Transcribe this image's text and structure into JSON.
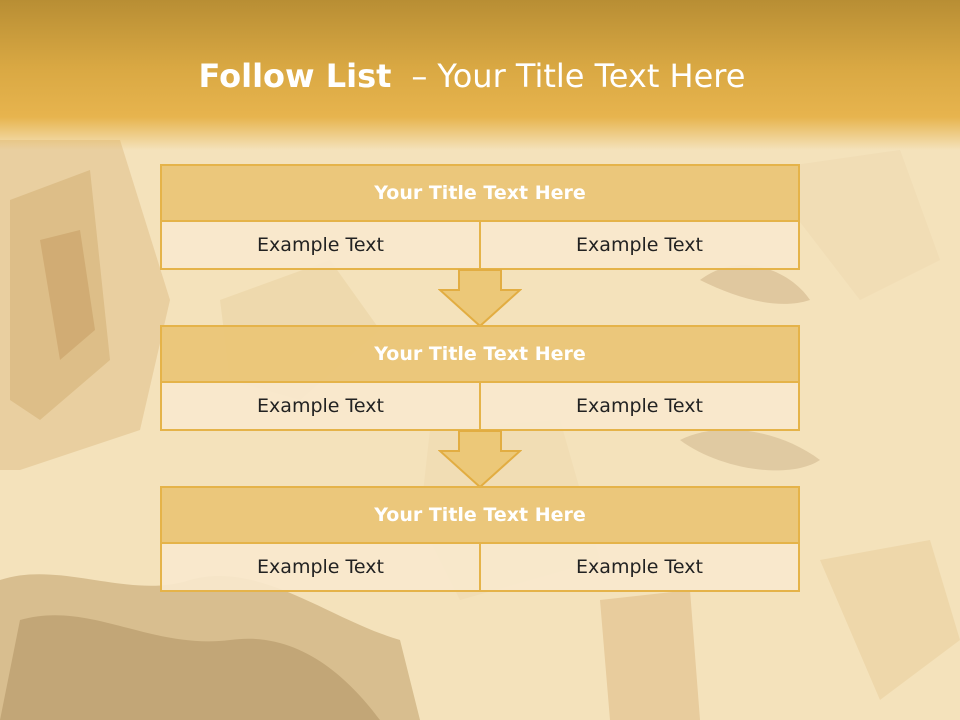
{
  "slide": {
    "title_bold": "Follow List",
    "title_sep": "–",
    "title_rest": "Your Title Text Here"
  },
  "blocks": [
    {
      "title": "Your Title Text Here",
      "left": "Example Text",
      "right": "Example Text"
    },
    {
      "title": "Your Title Text Here",
      "left": "Example Text",
      "right": "Example Text"
    },
    {
      "title": "Your Title Text Here",
      "left": "Example Text",
      "right": "Example Text"
    }
  ],
  "colors": {
    "header_gold": "#d9a843",
    "box_border": "#e5b349",
    "title_fill": "#eac474",
    "cell_fill": "#f9e8cd",
    "page_background": "#f4e3bd"
  },
  "icons": [
    "down-arrow-icon"
  ]
}
